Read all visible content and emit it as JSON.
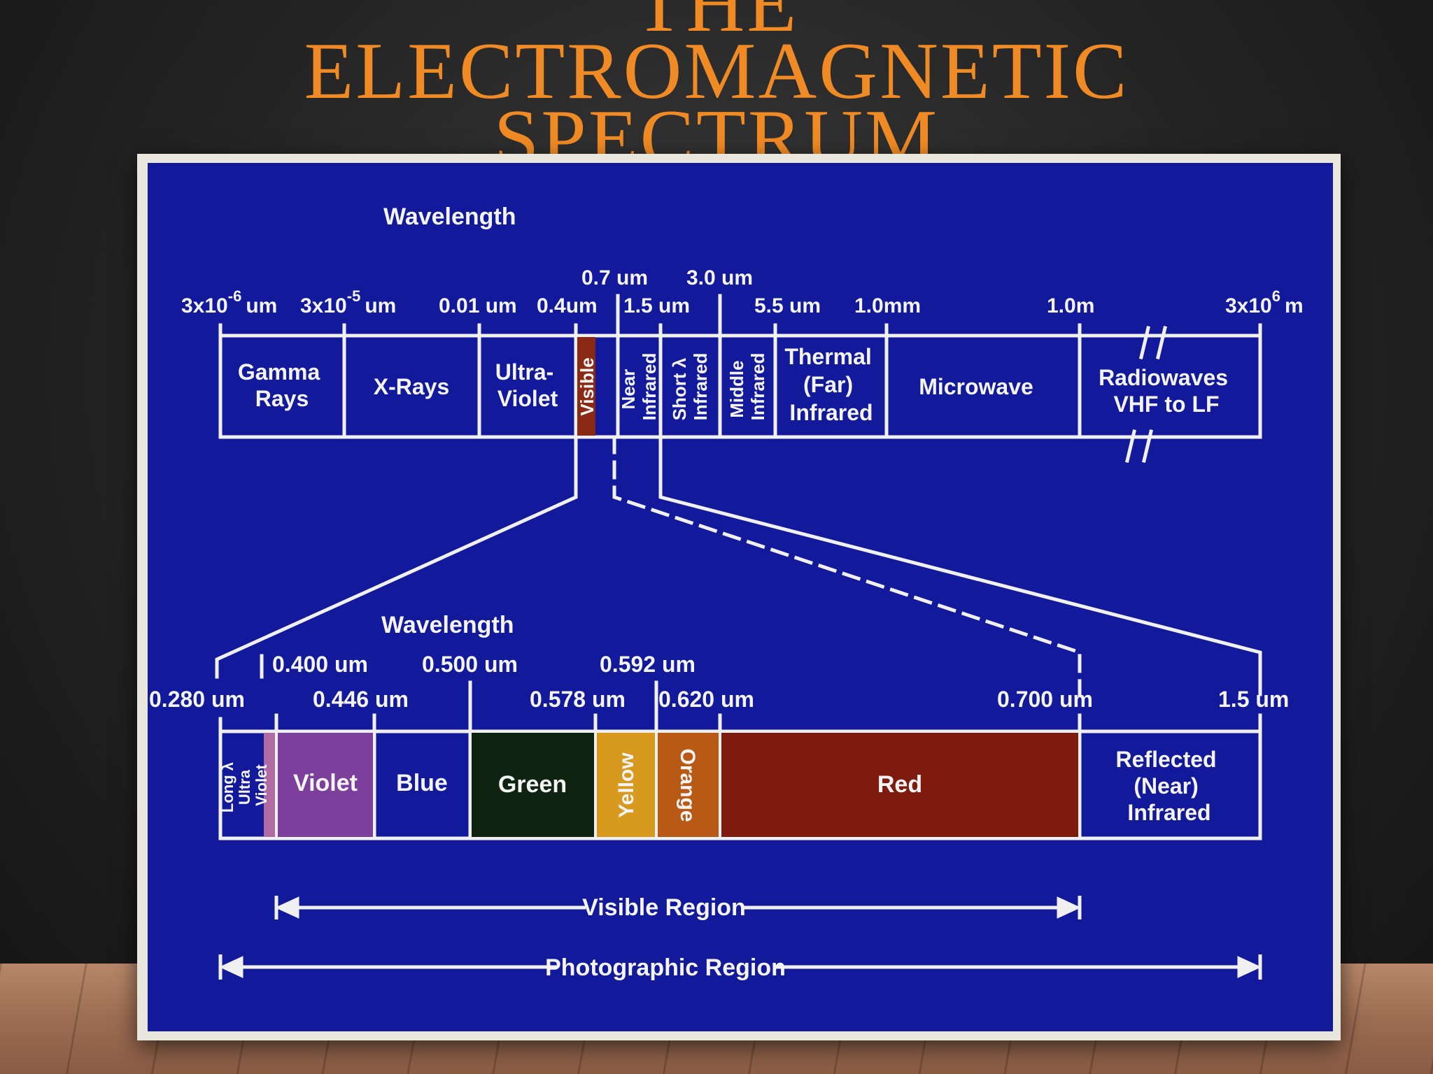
{
  "slide": {
    "title_lines": [
      "THE",
      "ELECTROMAGNETIC",
      "SPECTRUM"
    ]
  },
  "diagram": {
    "top": {
      "heading": "Wavelength",
      "ticks": [
        "3x10",
        "-6",
        "um",
        "3x10",
        "-5",
        "um",
        "0.01 um",
        "0.4um",
        "0.7 um",
        "1.5 um",
        "3.0 um",
        "5.5 um",
        "1.0mm",
        "1.0m",
        "3x10",
        "6",
        "m"
      ],
      "bands": [
        [
          "Gamma",
          "Rays"
        ],
        [
          "X-Rays"
        ],
        [
          "Ultra-",
          "Violet"
        ],
        [
          "Visible"
        ],
        [
          "Near",
          "Infrared"
        ],
        [
          "Short λ",
          "Infrared"
        ],
        [
          "Middle",
          "Infrared"
        ],
        [
          "Thermal",
          "(Far)",
          "Infrared"
        ],
        [
          "Microwave"
        ],
        [
          "Radiowaves",
          "VHF to LF"
        ]
      ]
    },
    "bottom": {
      "heading": "Wavelength",
      "ticks": [
        "0.280 um",
        "0.400 um",
        "0.446 um",
        "0.500 um",
        "0.578 um",
        "0.592 um",
        "0.620 um",
        "0.700 um",
        "1.5 um"
      ],
      "bands": [
        [
          "Long λ",
          "Ultra",
          "Violet"
        ],
        [
          "Violet"
        ],
        [
          "Blue"
        ],
        [
          "Green"
        ],
        [
          "Yellow"
        ],
        [
          "Orange"
        ],
        [
          "Red"
        ],
        [
          "Reflected",
          "(Near)",
          "Infrared"
        ]
      ],
      "visible_region": "Visible Region",
      "photographic_region": "Photographic Region"
    },
    "colors": {
      "background": "#12199a",
      "line": "#f0f0f0",
      "visible_strip": "#8b2a14",
      "uv_strip": "#b06aa4",
      "violet": "#7c3f9c",
      "blue": "#12199a",
      "green": "#0f2410",
      "yellow": "#d89a1e",
      "orange": "#b85a16",
      "red": "#7e1b0e",
      "title": "#f08a24"
    }
  }
}
